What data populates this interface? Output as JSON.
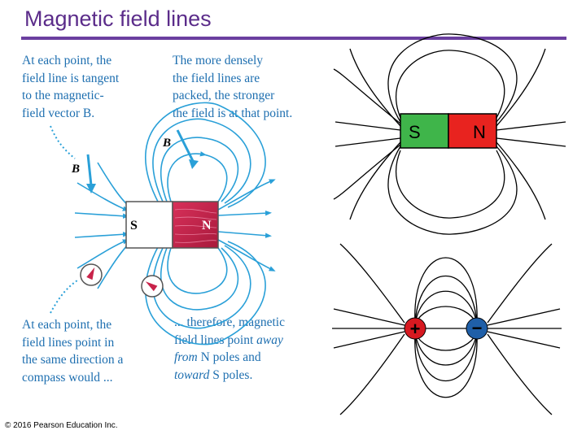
{
  "title": "Magnetic field lines",
  "notes": {
    "tangent": "At each point, the\nfield line is tangent\nto the magnetic-\nfield vector B.",
    "dense": "The more densely\nthe field lines are\npacked, the stronger\nthe field is at that point.",
    "compass": "At each point, the\nfield lines point in\nthe same direction a\ncompass would ...",
    "therefore_1": "... therefore, magnetic\nfield lines point ",
    "therefore_away": "away\nfrom",
    "therefore_2": " N poles and\n",
    "therefore_toward": "toward",
    "therefore_3": " S poles."
  },
  "labels": {
    "vector_b_upper": "B",
    "vector_b_left": "B",
    "magnet_s": "S",
    "magnet_n": "N",
    "bar_s": "S",
    "bar_n": "N",
    "charge_plus": "+",
    "charge_minus": "−"
  },
  "copyright": "© 2016 Pearson Education Inc.",
  "colors": {
    "title": "#5b2c8a",
    "rule": "#6b3fa0",
    "note_text": "#1e6fb0",
    "field_lines_blue": "#2aa0d8",
    "magnet_red": "#c8234a",
    "bar_green": "#3fb54a",
    "bar_red": "#e8231f",
    "charge_red": "#d71920",
    "charge_blue": "#1f5fa8"
  }
}
